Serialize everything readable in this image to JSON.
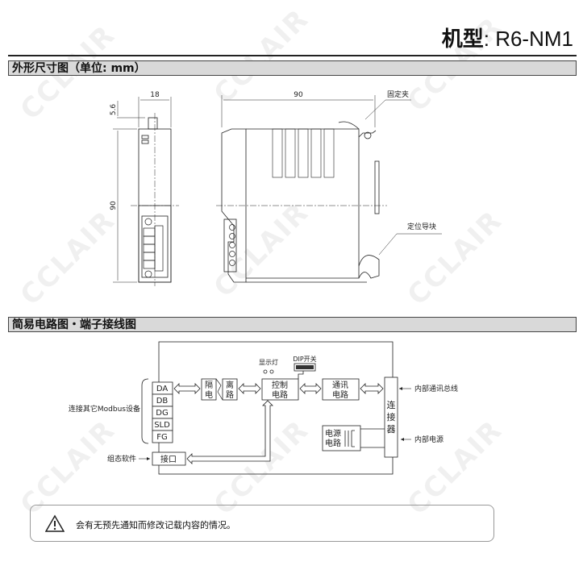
{
  "header": {
    "model_label": "机型",
    "model_value": ": R6-NM1"
  },
  "sections": {
    "dimensions": "外形尺寸图（单位: mm）",
    "circuit": "简易电路图・端子接线图"
  },
  "dimensions": {
    "width_front": "18",
    "top_protrusion": "5.6",
    "height": "90",
    "depth": "90",
    "clip_label": "固定夹",
    "guide_label": "定位导块"
  },
  "circuit": {
    "terminals": [
      "DA",
      "DB",
      "DG",
      "SLD",
      "FG"
    ],
    "modbus_label": "连接其它Modbus设备",
    "isolation_left": [
      "隔",
      "电"
    ],
    "isolation_right": [
      "离",
      "路"
    ],
    "indicator_label": "显示灯",
    "dip_label": "DIP开关",
    "control": [
      "控制",
      "电路"
    ],
    "comm": [
      "通讯",
      "电路"
    ],
    "connector": [
      "连",
      "接",
      "器"
    ],
    "power": [
      "电源",
      "电路"
    ],
    "interface": "接口",
    "config_software": "组态软件",
    "internal_bus": "内部通讯总线",
    "internal_power": "内部电源"
  },
  "notice": {
    "text": "会有无预先通知而修改记载内容的情况。",
    "icon": "warning-triangle-icon"
  },
  "watermark": "CCLAIR"
}
